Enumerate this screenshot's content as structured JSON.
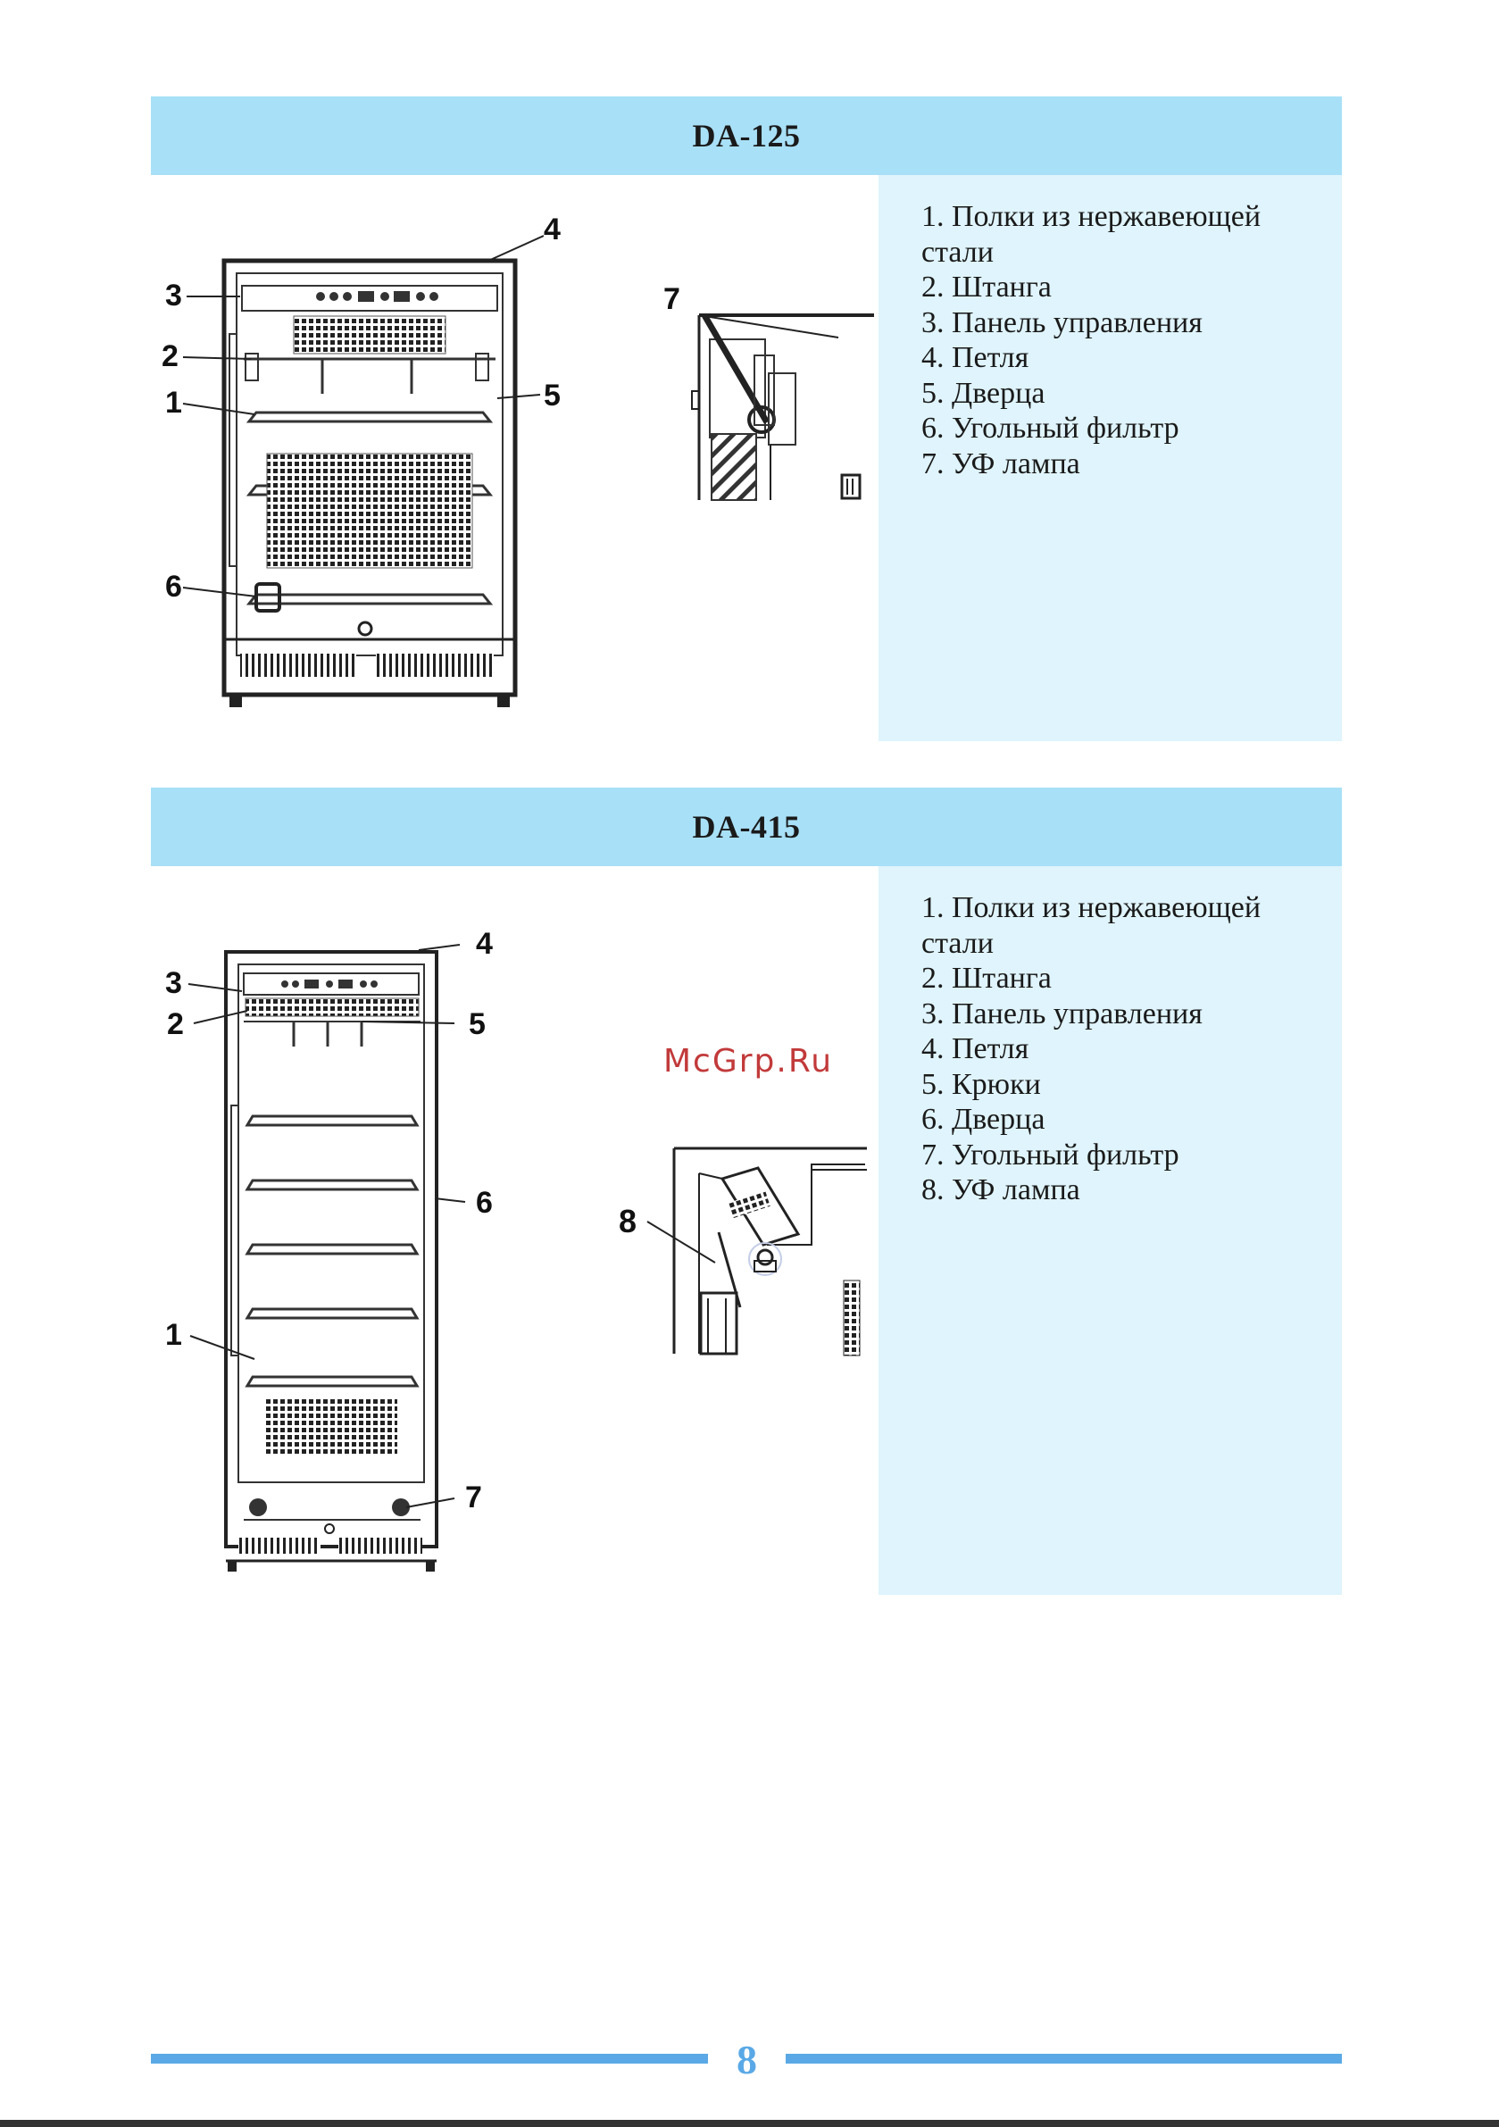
{
  "sections": [
    {
      "title": "DA-125",
      "legend": [
        "1. Полки из нержавеющей стали",
        "2. Штанга",
        "3. Панель управления",
        "4. Петля",
        "5. Дверца",
        "6. Угольный фильтр",
        "7. УФ лампа"
      ],
      "callouts": [
        "1",
        "2",
        "3",
        "4",
        "5",
        "6",
        "7"
      ]
    },
    {
      "title": "DA-415",
      "legend": [
        "1. Полки из нержавеющей стали",
        "2. Штанга",
        "3. Панель управления",
        "4. Петля",
        "5. Крюки",
        "6. Дверца",
        "7. Угольный фильтр",
        "8. УФ лампа"
      ],
      "callouts": [
        "1",
        "2",
        "3",
        "4",
        "5",
        "6",
        "7",
        "8"
      ]
    }
  ],
  "watermark": "McGrp.Ru",
  "page_number": "8"
}
